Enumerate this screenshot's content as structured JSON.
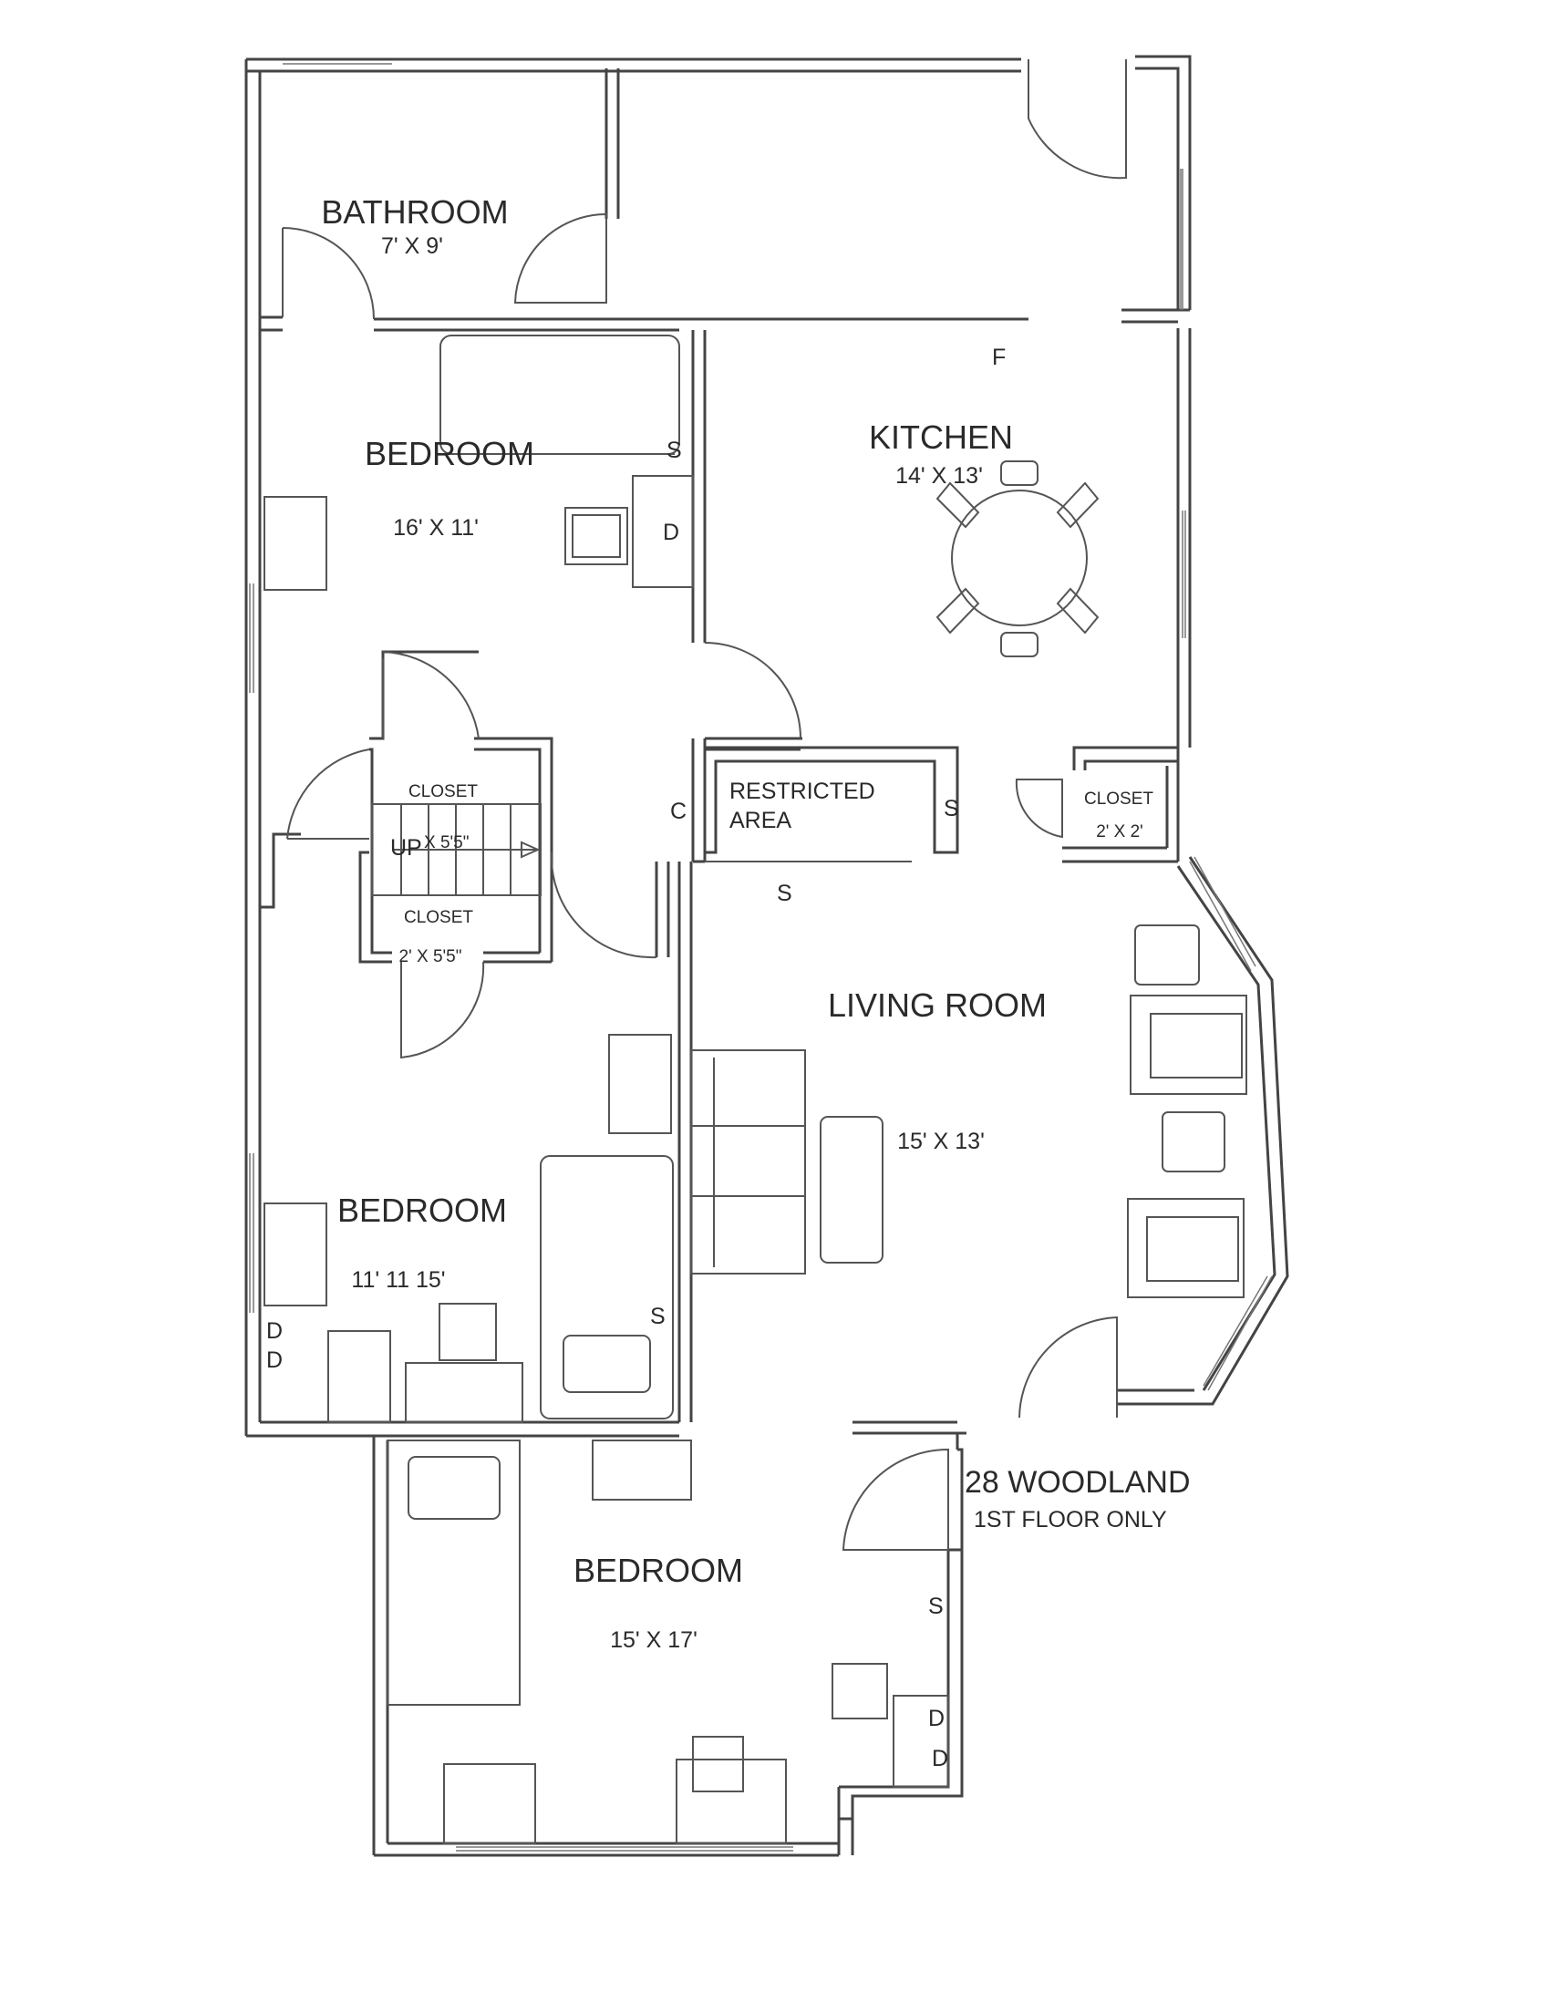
{
  "rooms": {
    "bathroom": {
      "name": "BATHROOM",
      "size": "7' X 9'"
    },
    "bedroom_top": {
      "name": "BEDROOM",
      "size": "16' X 11'"
    },
    "kitchen": {
      "name": "KITCHEN",
      "size": "14' X 13'"
    },
    "restricted": {
      "line1": "RESTRICTED",
      "line2": "AREA"
    },
    "closet_right": {
      "name": "CLOSET",
      "size": "2' X 2'"
    },
    "closet_stair_top": {
      "name": "CLOSET"
    },
    "stair": {
      "label": "UP",
      "size": "X 5'5\""
    },
    "closet_stair_bottom": {
      "name": "CLOSET",
      "size": "2' X 5'5\""
    },
    "living_room": {
      "name": "LIVING ROOM",
      "size": "15' X 13'"
    },
    "bedroom_mid": {
      "name": "BEDROOM",
      "size": "11' 11 15'"
    },
    "bedroom_bottom": {
      "name": "BEDROOM",
      "size": "15' X 17'"
    }
  },
  "markers": {
    "fridge": "F",
    "sink_bed1": "S",
    "dresser_bed1": "D",
    "closet_c": "C",
    "restricted_s": "S",
    "living_s": "S",
    "bed2_s": "S",
    "bed2_d1": "D",
    "bed2_d2": "D",
    "bed3_s": "S",
    "bed3_d1": "D",
    "bed3_d2": "D"
  },
  "address": {
    "title": "28 WOODLAND",
    "subtitle": "1ST FLOOR ONLY"
  }
}
